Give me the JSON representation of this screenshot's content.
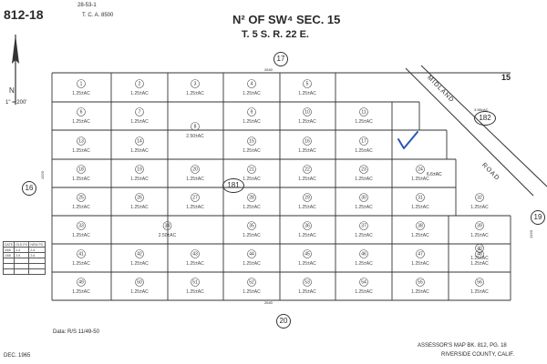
{
  "header": {
    "map_id": "812-18",
    "top_note": "28-53-1",
    "tca": "T. C. A. 8500",
    "title_line1": "N² OF SW⁴ SEC. 15",
    "title_line2": "T. 5 S.  R. 22 E."
  },
  "north_scale": "1\" = 200'",
  "adjacent": {
    "top": "17",
    "left": "16",
    "right": "19",
    "bottom": "20",
    "corner": "15"
  },
  "roads": {
    "midland": "MIDLAND",
    "road": "ROAD"
  },
  "blocks": {
    "b181": "181",
    "b182": "182"
  },
  "dimensions": {
    "top": "2640",
    "bottom": "2640",
    "left": "1320",
    "right": "1320"
  },
  "parcels": [
    {
      "n": "1",
      "a": "1.25±AC"
    },
    {
      "n": "2",
      "a": "1.25±AC"
    },
    {
      "n": "3",
      "a": "1.25±AC"
    },
    {
      "n": "4",
      "a": "1.25±AC"
    },
    {
      "n": "5",
      "a": "1.25±AC"
    },
    {
      "n": "6",
      "a": "1.25±AC"
    },
    {
      "n": "7",
      "a": "1.25±AC"
    },
    {
      "n": "8",
      "a": "2.50±AC"
    },
    {
      "n": "9",
      "a": "1.25±AC"
    },
    {
      "n": "10",
      "a": "1.25±AC"
    },
    {
      "n": "11",
      "a": "1.25±AC"
    },
    {
      "n": "13",
      "a": "1.25±AC"
    },
    {
      "n": "14",
      "a": "1.25±AC"
    },
    {
      "n": "15",
      "a": "1.25±AC"
    },
    {
      "n": "16",
      "a": "1.25±AC"
    },
    {
      "n": "17",
      "a": "1.25±AC"
    },
    {
      "n": "18",
      "a": "1.25±AC"
    },
    {
      "n": "19",
      "a": "1.25±AC"
    },
    {
      "n": "20",
      "a": "1.25±AC"
    },
    {
      "n": "21",
      "a": "1.25±AC"
    },
    {
      "n": "22",
      "a": "1.25±AC"
    },
    {
      "n": "23",
      "a": "1.25±AC"
    },
    {
      "n": "24",
      "a": "1.25±AC"
    },
    {
      "n": "25",
      "a": "1.25±AC"
    },
    {
      "n": "26",
      "a": "1.25±AC"
    },
    {
      "n": "27",
      "a": "1.25±AC"
    },
    {
      "n": "28",
      "a": "1.25±AC"
    },
    {
      "n": "29",
      "a": "1.25±AC"
    },
    {
      "n": "30",
      "a": "1.25±AC"
    },
    {
      "n": "31",
      "a": "1.25±AC"
    },
    {
      "n": "32",
      "a": "1.25±AC"
    },
    {
      "n": "33",
      "a": "1.25±AC"
    },
    {
      "n": "34",
      "a": "2.50±AC"
    },
    {
      "n": "35",
      "a": "1.25±AC"
    },
    {
      "n": "36",
      "a": "1.25±AC"
    },
    {
      "n": "37",
      "a": "1.25±AC"
    },
    {
      "n": "38",
      "a": "1.25±AC"
    },
    {
      "n": "39",
      "a": "1.25±AC"
    },
    {
      "n": "40",
      "a": "1.25±AC"
    },
    {
      "n": "41",
      "a": "1.25±AC"
    },
    {
      "n": "42",
      "a": "1.25±AC"
    },
    {
      "n": "43",
      "a": "1.25±AC"
    },
    {
      "n": "44",
      "a": "1.25±AC"
    },
    {
      "n": "45",
      "a": "1.25±AC"
    },
    {
      "n": "46",
      "a": "1.25±AC"
    },
    {
      "n": "47",
      "a": "1.25±AC"
    },
    {
      "n": "48",
      "a": "1.25±AC"
    },
    {
      "n": "49",
      "a": "1.25±AC"
    },
    {
      "n": "50",
      "a": "1.25±AC"
    },
    {
      "n": "51",
      "a": "1.25±AC"
    },
    {
      "n": "52",
      "a": "1.25±AC"
    },
    {
      "n": "53",
      "a": "1.25±AC"
    },
    {
      "n": "54",
      "a": "1.25±AC"
    },
    {
      "n": "55",
      "a": "1.25±AC"
    },
    {
      "n": "56",
      "a": "1.25±AC"
    }
  ],
  "special_areas": {
    "right_block": "6.6±AC",
    "top_right": "3.58±AC"
  },
  "footer": {
    "date_ref": "Data: R/S 11/49-50",
    "date": "DEC. 1965",
    "assessor_line1": "ASSESSOR'S MAP BK. 812, PG. 18",
    "assessor_line2": "RIVERSIDE COUNTY, CALIF."
  },
  "history_table": {
    "headers": [
      "DATE",
      "OLD PG",
      "NEW PG"
    ],
    "rows": [
      [
        "4/66",
        "1-4",
        "2-4"
      ],
      [
        "1/68",
        "2-5",
        "2-6"
      ],
      [
        "",
        "",
        ""
      ],
      [
        "",
        "",
        ""
      ],
      [
        "",
        "",
        ""
      ]
    ]
  },
  "colors": {
    "ink": "#2a2a2a",
    "checkmark": "#2757b8"
  },
  "icons": [
    "north-arrow-icon",
    "checkmark-icon"
  ]
}
